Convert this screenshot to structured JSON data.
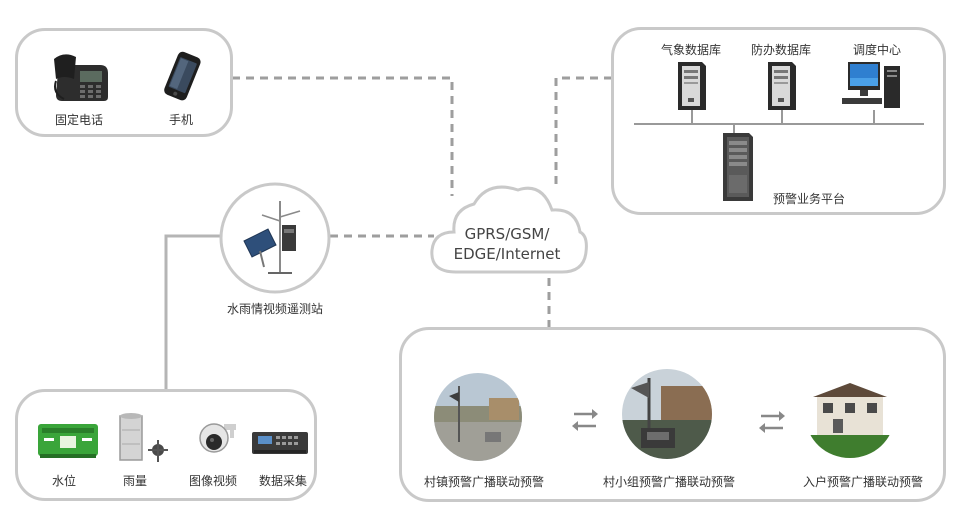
{
  "diagram": {
    "phones": {
      "landline_label": "固定电话",
      "mobile_label": "手机"
    },
    "data_center": {
      "meteo_db_label": "气象数据库",
      "flood_db_label": "防办数据库",
      "dispatch_label": "调度中心",
      "platform_label": "预警业务平台"
    },
    "network": {
      "lines": [
        "GPRS/GSM/",
        "EDGE/Internet"
      ]
    },
    "station": {
      "label": "水雨情视频遥测站"
    },
    "sensors": {
      "items": [
        "水位",
        "雨量",
        "图像视频",
        "数据采集"
      ]
    },
    "broadcast": {
      "items": [
        "村镇预警广播联动预警",
        "村小组预警广播联动预警",
        "入户预警广播联动预警"
      ]
    },
    "colors": {
      "border": "#c9c9c9",
      "dashed_line": "#9e9e9e",
      "solid_line": "#b5b5b5",
      "arrow": "#888888"
    }
  }
}
